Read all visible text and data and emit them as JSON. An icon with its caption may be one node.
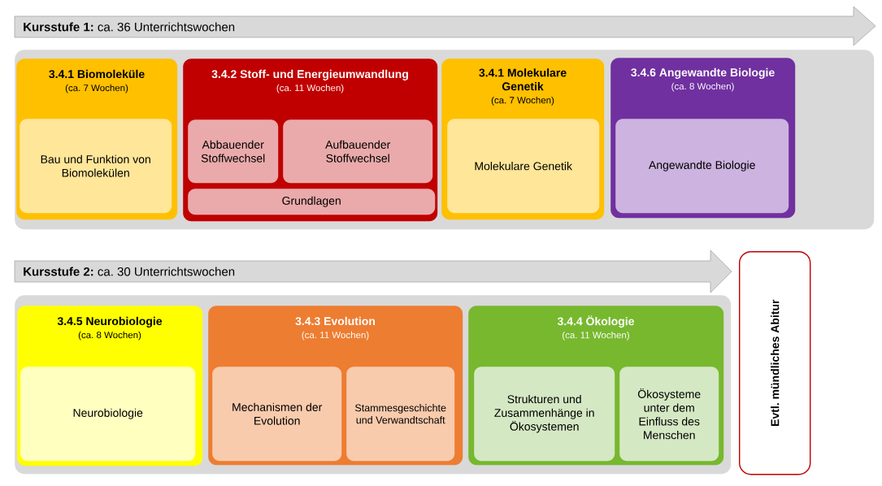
{
  "diagram": {
    "nodes": [
      {
        "text": [
          "**Kursstufe 1:** ca. 36 Unterrichtswochen"
        ]
      },
      {
        "text": [],
        "shape": "box"
      },
      {
        "text": [
          "3.4.1 Biomoleküle",
          "(ca. 7 Wochen)"
        ],
        "in": 1
      },
      {
        "text": [
          "Bau und Funktion von Biomolekülen"
        ],
        "in": 2
      },
      {
        "text": [
          "3.4.2 Stoff- und Energieumwandlung",
          "(ca. 11 Wochen)"
        ],
        "in": 1
      },
      {
        "text": [
          "Abbauender Stoffwechsel"
        ],
        "in": 4
      },
      {
        "text": [
          "Aufbauender Stoffwechsel"
        ],
        "in": 4
      },
      {
        "text": [
          "Grundlagen"
        ],
        "in": 4
      },
      {
        "text": [
          "3.4.1 Molekulare Genetik",
          "(ca. 7 Wochen)"
        ],
        "in": 1
      },
      {
        "text": [
          "Molekulare Genetik"
        ],
        "in": 8
      },
      {
        "text": [
          "3.4.6 Angewandte Biologie",
          "(ca. 8 Wochen)"
        ],
        "in": 1
      },
      {
        "text": [
          "Angewandte Biologie"
        ],
        "in": 10
      },
      {
        "text": [
          "**Kursstufe 2:** ca. 30 Unterrichtswochen"
        ]
      },
      {
        "text": [],
        "shape": "box"
      },
      {
        "text": [
          "3.4.5 Neurobiologie",
          "(ca. 8 Wochen)"
        ],
        "in": 13
      },
      {
        "text": [
          "Neurobiologie"
        ],
        "in": 14
      },
      {
        "text": [
          "3.4.3 Evolution",
          "(ca. 11 Wochen)"
        ],
        "in": 13
      },
      {
        "text": [
          "Mechanismen der Evolution"
        ],
        "in": 16
      },
      {
        "text": [
          "Stammesgeschichte und Verwandtschaft"
        ],
        "in": 16
      },
      {
        "text": [
          "3.4.4 Ökologie",
          "(ca. 11 Wochen)"
        ],
        "in": 13
      },
      {
        "text": [
          "Strukturen und Zusammenhänge in Ökosystemen"
        ],
        "in": 19
      },
      {
        "text": [
          "Ökosysteme unter dem Einfluss des Menschen"
        ],
        "in": 19
      },
      {
        "text": [
          "Evtl. mündliches Abitur"
        ]
      }
    ]
  }
}
